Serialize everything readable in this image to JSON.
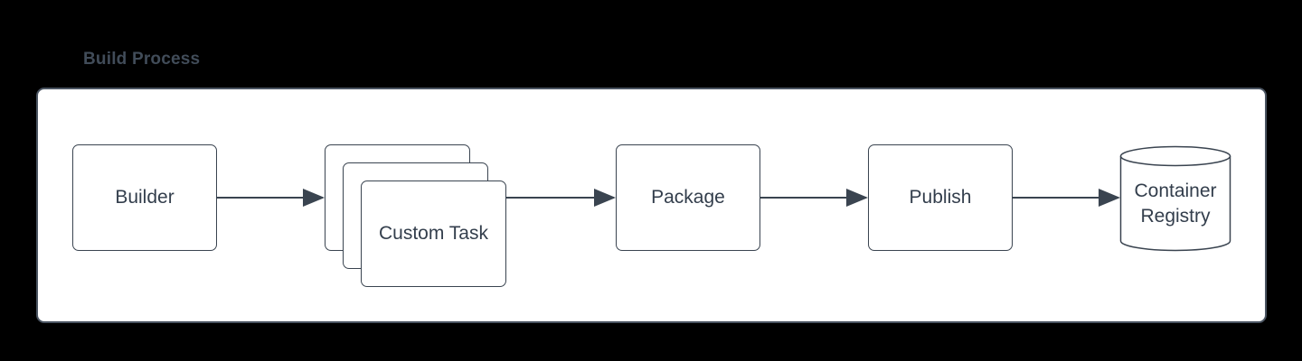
{
  "title": "Build Process",
  "colors": {
    "background": "#000000",
    "canvas_fill": "#ffffff",
    "canvas_border": "#4a5461",
    "shape_fill": "#ffffff",
    "shape_border": "#3a4450",
    "shape_text": "#333e4c",
    "title_text": "#414c59",
    "connector": "#3a4450"
  },
  "diagram": {
    "nodes": [
      {
        "id": "builder",
        "label": "Builder",
        "shape": "rounded-rectangle"
      },
      {
        "id": "custom-task",
        "label": "Custom Task",
        "shape": "stacked-rounded-rectangle",
        "stack_count": 3
      },
      {
        "id": "package",
        "label": "Package",
        "shape": "rounded-rectangle"
      },
      {
        "id": "publish",
        "label": "Publish",
        "shape": "rounded-rectangle"
      },
      {
        "id": "container-registry",
        "label": "Container Registry",
        "shape": "cylinder"
      }
    ],
    "edges": [
      {
        "from": "builder",
        "to": "custom-task"
      },
      {
        "from": "custom-task",
        "to": "package"
      },
      {
        "from": "package",
        "to": "publish"
      },
      {
        "from": "publish",
        "to": "container-registry"
      }
    ]
  }
}
